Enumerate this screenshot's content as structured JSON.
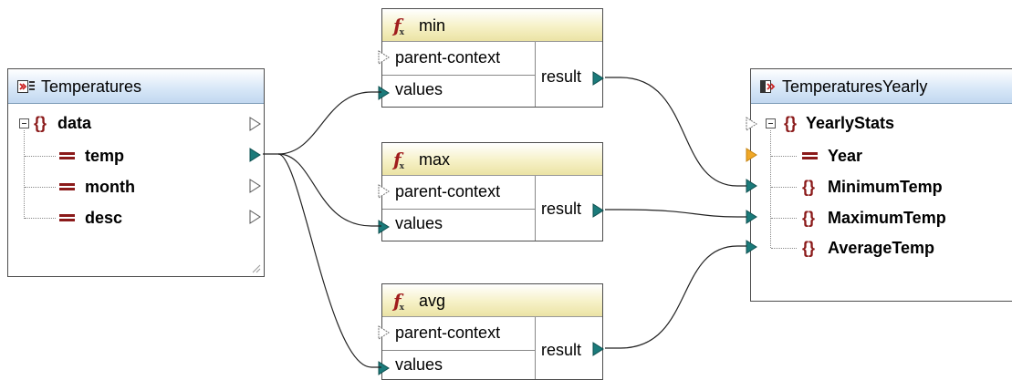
{
  "source": {
    "title": "Temperatures",
    "root": "data",
    "children": [
      "temp",
      "month",
      "desc"
    ]
  },
  "target": {
    "title": "TemperaturesYearly",
    "root": "YearlyStats",
    "attribute": "Year",
    "children": [
      "MinimumTemp",
      "MaximumTemp",
      "AverageTemp"
    ]
  },
  "functions": [
    {
      "name": "min",
      "inputs": [
        "parent-context",
        "values"
      ],
      "output": "result"
    },
    {
      "name": "max",
      "inputs": [
        "parent-context",
        "values"
      ],
      "output": "result"
    },
    {
      "name": "avg",
      "inputs": [
        "parent-context",
        "values"
      ],
      "output": "result"
    }
  ],
  "colors": {
    "connector": "#1b7a7a",
    "connector_empty": "#ffffff",
    "connector_required": "#f0a828",
    "wire": "#222222",
    "brace": "#8b1a1a"
  }
}
